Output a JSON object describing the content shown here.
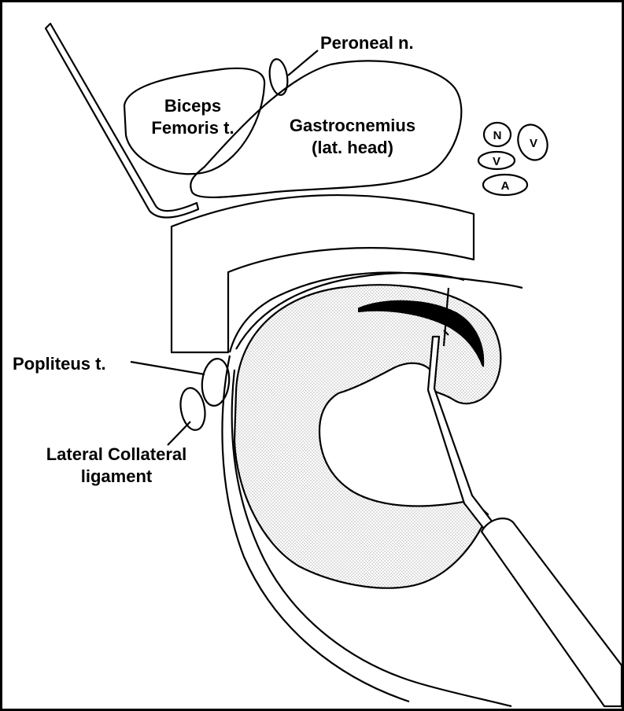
{
  "labels": {
    "peroneal": "Peroneal n.",
    "biceps_line1": "Biceps",
    "biceps_line2": "Femoris t.",
    "gastroc_line1": "Gastrocnemius",
    "gastroc_line2": "(lat. head)",
    "popliteus": "Popliteus t.",
    "lcl_line1": "Lateral Collateral",
    "lcl_line2": "ligament",
    "vessel_n": "N",
    "vessel_v1": "V",
    "vessel_v2": "V",
    "vessel_a": "A"
  }
}
